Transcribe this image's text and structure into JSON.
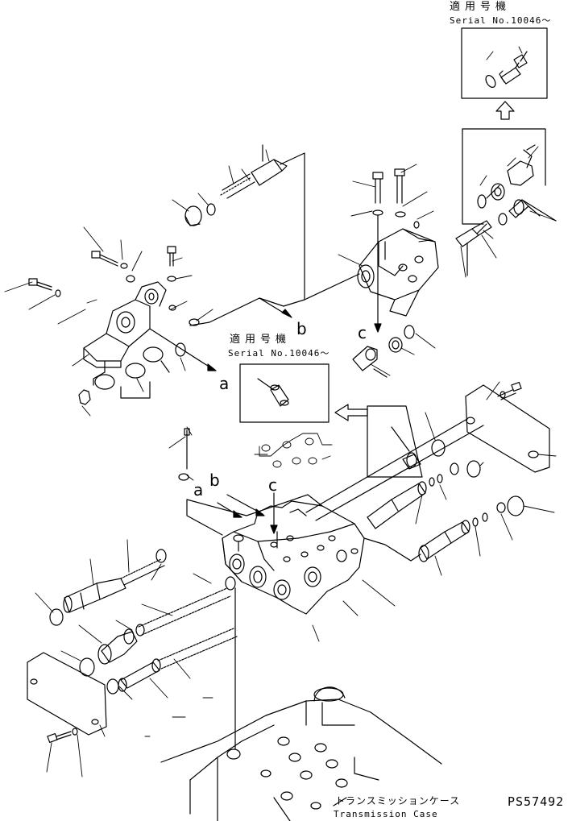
{
  "inset_top": {
    "applicable_label": "適用号機",
    "serial_label": "Serial No.10046～"
  },
  "inset_middle": {
    "applicable_label": "適用号機",
    "serial_label": "Serial No.10046～"
  },
  "callouts": {
    "a_top": "a",
    "b_top": "b",
    "c_top": "c",
    "a_low": "a",
    "b_low": "b",
    "c_low": "c"
  },
  "transmission": {
    "label_jp": "トランスミッションケース",
    "label_en": "Transmission Case"
  },
  "diagram_code": "PS57492"
}
